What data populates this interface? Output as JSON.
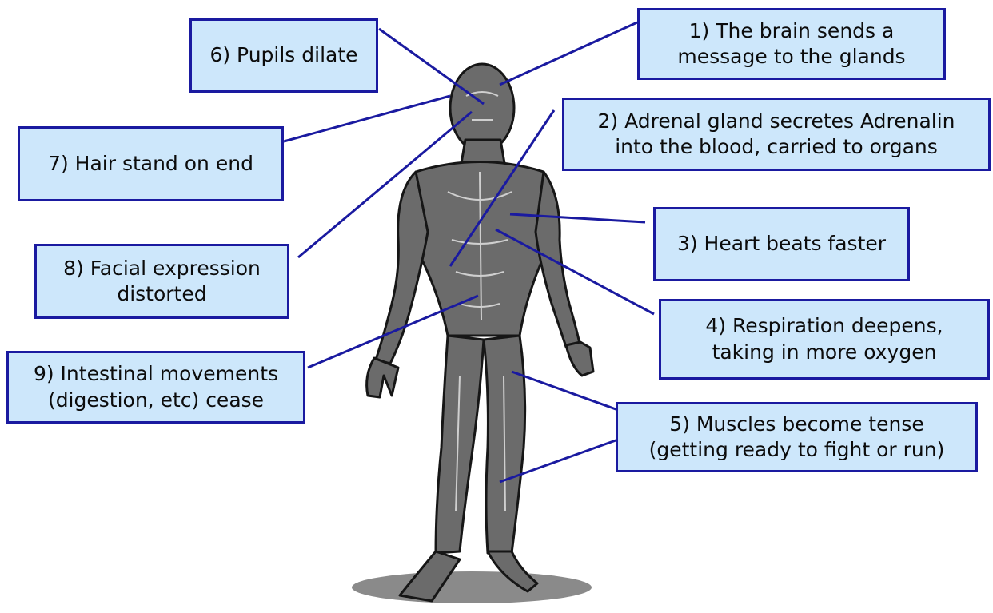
{
  "labels": {
    "l1": "1) The brain sends a\nmessage to the glands",
    "l2": "2) Adrenal gland secretes Adrenalin\ninto the blood, carried to organs",
    "l3": "3) Heart beats faster",
    "l4": "4) Respiration deepens,\ntaking in more oxygen",
    "l5": "5) Muscles become tense\n(getting ready to fight or run)",
    "l6": "6) Pupils dilate",
    "l7": "7) Hair stand on end",
    "l8": "8) Facial expression\ndistorted",
    "l9": "9) Intestinal movements\n(digestion, etc) cease"
  },
  "colors": {
    "box_fill": "#cde7fb",
    "box_border": "#1a1aa0",
    "connector": "#1a1aa0",
    "figure": "#3a3a3a"
  }
}
